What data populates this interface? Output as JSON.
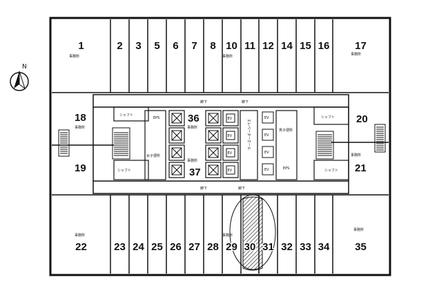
{
  "compass": {
    "label": "N"
  },
  "top_rooms": [
    "1",
    "2",
    "3",
    "5",
    "6",
    "7",
    "8",
    "10",
    "11",
    "12",
    "14",
    "15",
    "16",
    "17"
  ],
  "bottom_rooms": [
    "22",
    "23",
    "24",
    "25",
    "26",
    "27",
    "28",
    "29",
    "30",
    "31",
    "32",
    "33",
    "34",
    "35"
  ],
  "side_rooms": {
    "r18": "18",
    "r19": "19",
    "r20": "20",
    "r21": "21",
    "r36": "36",
    "r37": "37"
  },
  "labels": {
    "office": "事務所",
    "corridor": "廊下",
    "shaft": "シャフト",
    "eps": "EPS",
    "ev": "EV",
    "ev_hall": "エレベーターホール",
    "womens_wc": "女子便所",
    "mens_wc": "男子便所"
  },
  "colors": {
    "line": "#111111",
    "background": "#ffffff"
  }
}
